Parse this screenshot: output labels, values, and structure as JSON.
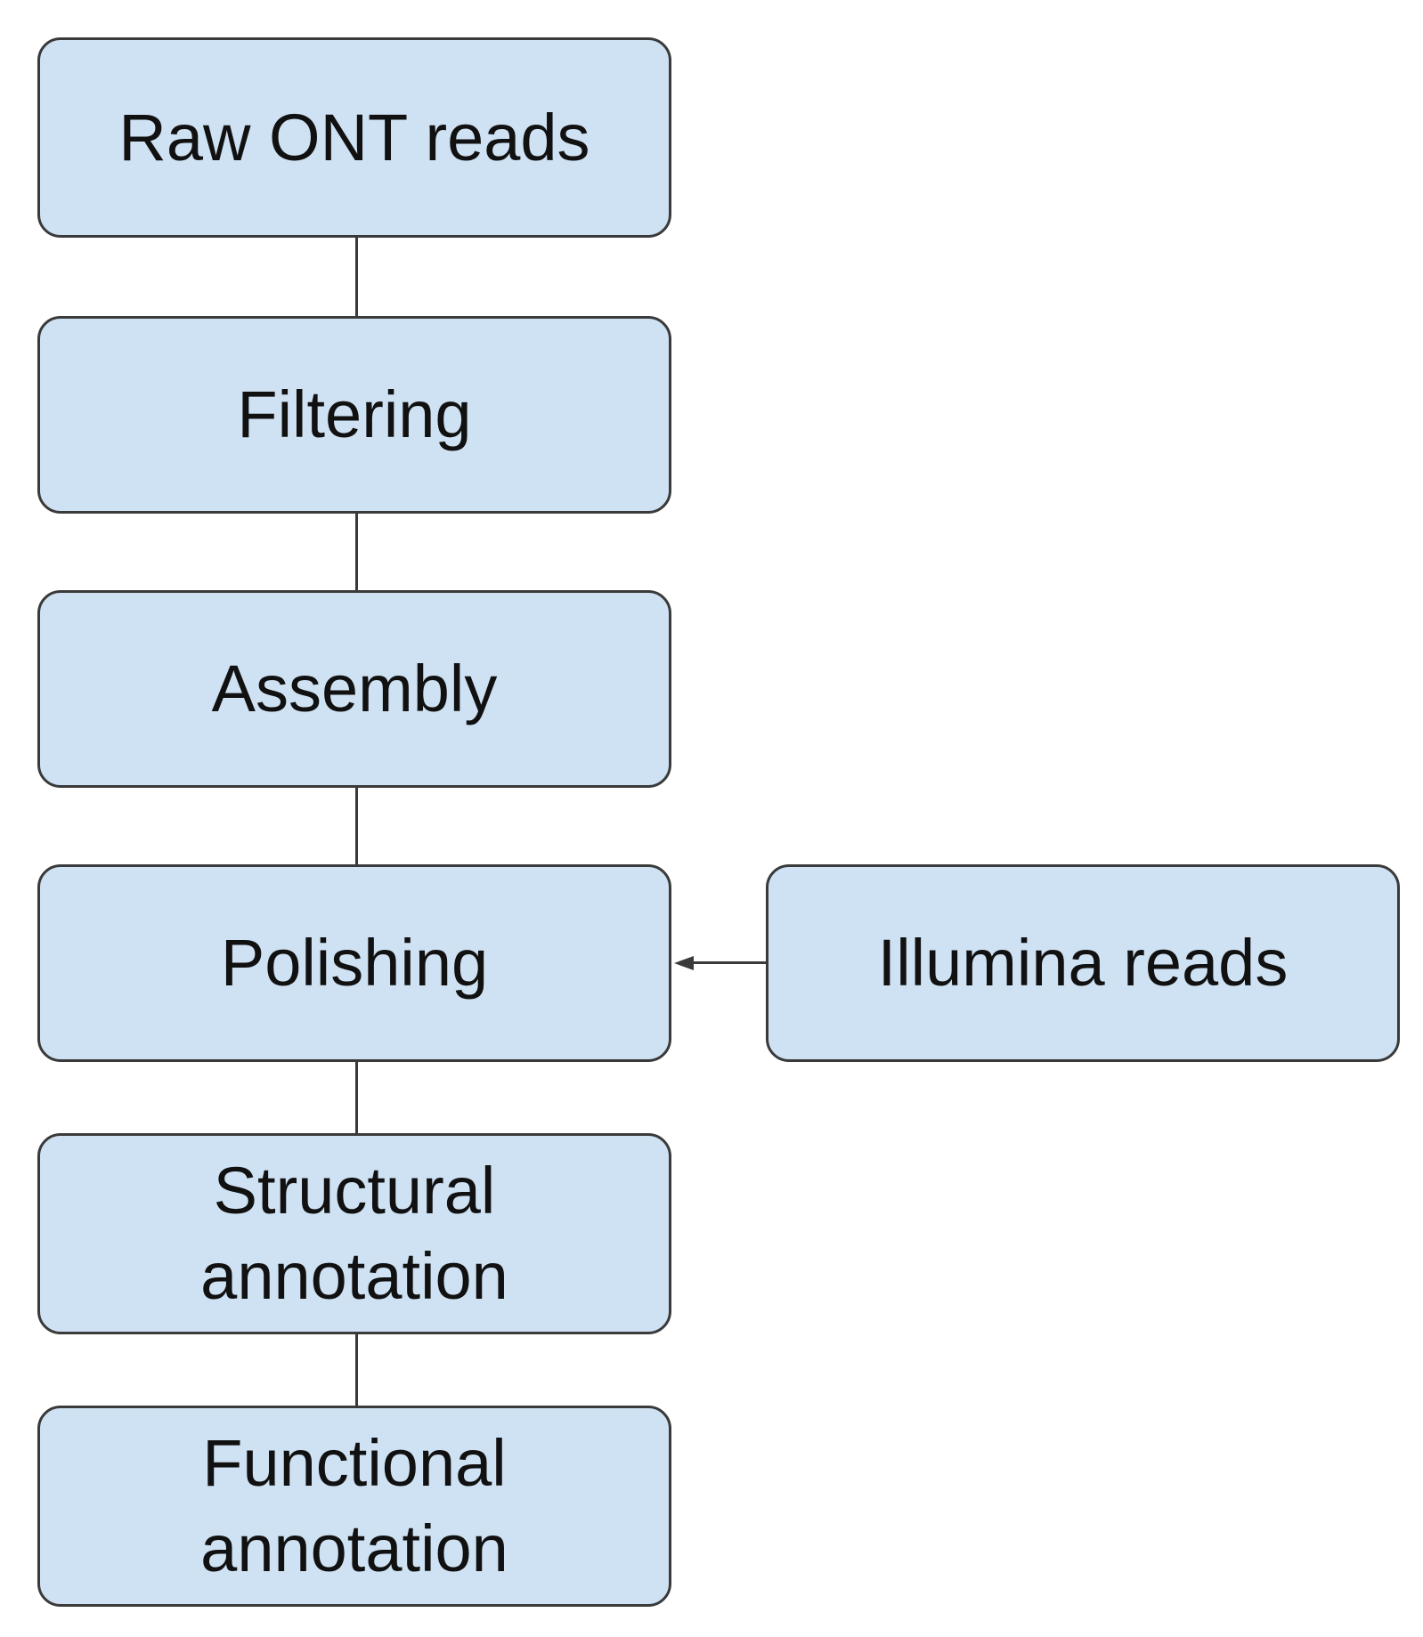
{
  "diagram": {
    "nodes": {
      "raw_ont_reads": "Raw ONT reads",
      "filtering": "Filtering",
      "assembly": "Assembly",
      "polishing": "Polishing",
      "illumina_reads": "Illumina reads",
      "structural_annotation": "Structural\nannotation",
      "functional_annotation": "Functional\nannotation"
    },
    "edges": [
      {
        "from": "raw_ont_reads",
        "to": "filtering"
      },
      {
        "from": "filtering",
        "to": "assembly"
      },
      {
        "from": "assembly",
        "to": "polishing"
      },
      {
        "from": "illumina_reads",
        "to": "polishing",
        "arrow": true
      },
      {
        "from": "polishing",
        "to": "structural_annotation"
      },
      {
        "from": "structural_annotation",
        "to": "functional_annotation"
      }
    ],
    "colors": {
      "node_fill": "#cfe2f3",
      "node_border": "#3a3a3a",
      "text": "#111111"
    }
  }
}
